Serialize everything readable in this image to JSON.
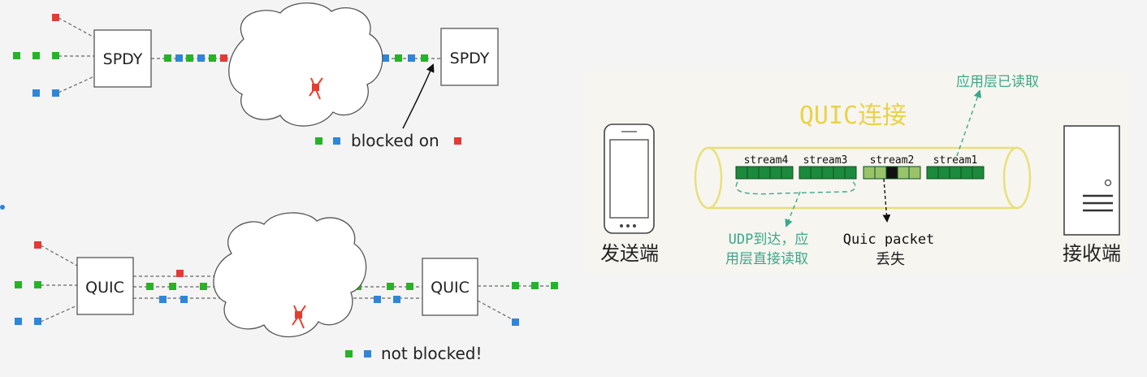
{
  "colors": {
    "green": "#27b327",
    "blue": "#2f86d8",
    "red": "#e53935",
    "background": "#f4f4f4",
    "panel": "#f7f5f0",
    "pipe_outline": "#e8e07a",
    "stream_green": "#1c8a3c",
    "stream_lost": "#111111",
    "stream_light": "#9ac36a",
    "annotation_teal": "#3aa88a"
  },
  "spdy_diagram": {
    "left_box": "SPDY",
    "right_box": "SPDY",
    "caption": "blocked on",
    "lost_marker": "x-icon"
  },
  "quic_diagram": {
    "left_box": "QUIC",
    "right_box": "QUIC",
    "caption": "not blocked!",
    "lost_marker": "x-icon"
  },
  "quic_connection": {
    "title": "QUIC连接",
    "sender_label": "发送端",
    "receiver_label": "接收端",
    "streams": [
      "stream4",
      "stream3",
      "stream2",
      "stream1"
    ],
    "app_read_label": "应用层已读取",
    "udp_arrival_label_line1": "UDP到达，应",
    "udp_arrival_label_line2": "用层直接读取",
    "lost_packet_label_line1": "Quic packet",
    "lost_packet_label_line2": "丢失",
    "sender_icon": "phone-icon",
    "receiver_icon": "server-icon"
  }
}
